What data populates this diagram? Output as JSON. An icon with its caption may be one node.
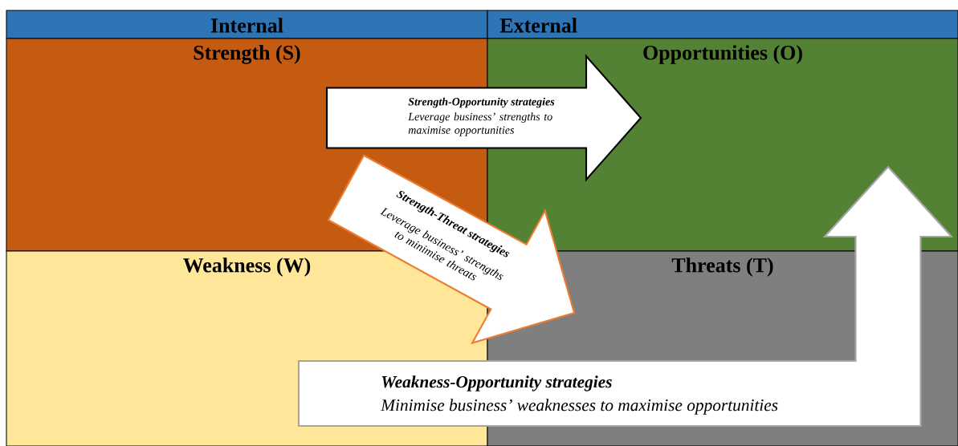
{
  "diagram": {
    "nodes": [
      {
        "text": [
          "Internal"
        ]
      },
      {
        "text": [
          "External"
        ]
      },
      {
        "text": [
          "Strength (S)"
        ]
      },
      {
        "text": [
          "Opportunities (O)"
        ]
      },
      {
        "text": [
          "Weakness (W)"
        ]
      },
      {
        "text": [
          "Threats (T)"
        ]
      }
    ],
    "edges": [
      {
        "from": 2,
        "to": 3,
        "arrow": "to",
        "label": "Strength-Opportunity strategies"
      },
      {
        "from": 2,
        "to": 5,
        "arrow": "to",
        "label": "Strength-Threat strategies",
        "color": "#ed7d31"
      },
      {
        "from": 4,
        "to": 3,
        "arrow": "to",
        "label": "Weakness-Opportunity strategies",
        "color": "#a5a5a5"
      }
    ],
    "labels": [
      "Leverage business’ strengths to maximise opportunities",
      "Leverage business’ strengths to minimise threats",
      "Minimise business’ weaknesses to maximise opportunities"
    ]
  }
}
